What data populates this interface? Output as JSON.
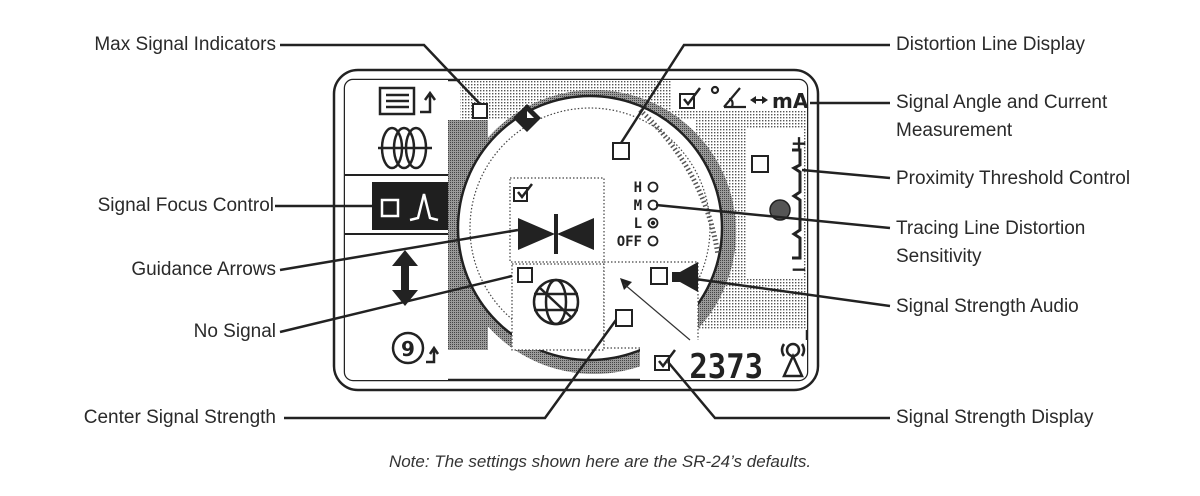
{
  "labels": {
    "max_signal": "Max Signal Indicators",
    "signal_focus": "Signal Focus Control",
    "guidance_arrows": "Guidance Arrows",
    "no_signal": "No Signal",
    "center_signal": "Center Signal Strength",
    "distortion_line": "Distortion Line Display",
    "signal_angle_line1": "Signal Angle and Current",
    "signal_angle_line2": "Measurement",
    "proximity": "Proximity Threshold Control",
    "tracing_line1": "Tracing Line Distortion",
    "tracing_line2": "Sensitivity",
    "signal_audio": "Signal Strength Audio",
    "signal_display": "Signal Strength Display"
  },
  "screen": {
    "signal_strength_value": "2373",
    "current_unit": "mA",
    "sensitivity_levels": [
      "H",
      "M",
      "L",
      "OFF"
    ],
    "selected_level": "L",
    "proximity_plus": "+",
    "proximity_minus": "−",
    "depth_value": "9"
  },
  "note": "Note: The settings shown here are the SR-24’s defaults."
}
